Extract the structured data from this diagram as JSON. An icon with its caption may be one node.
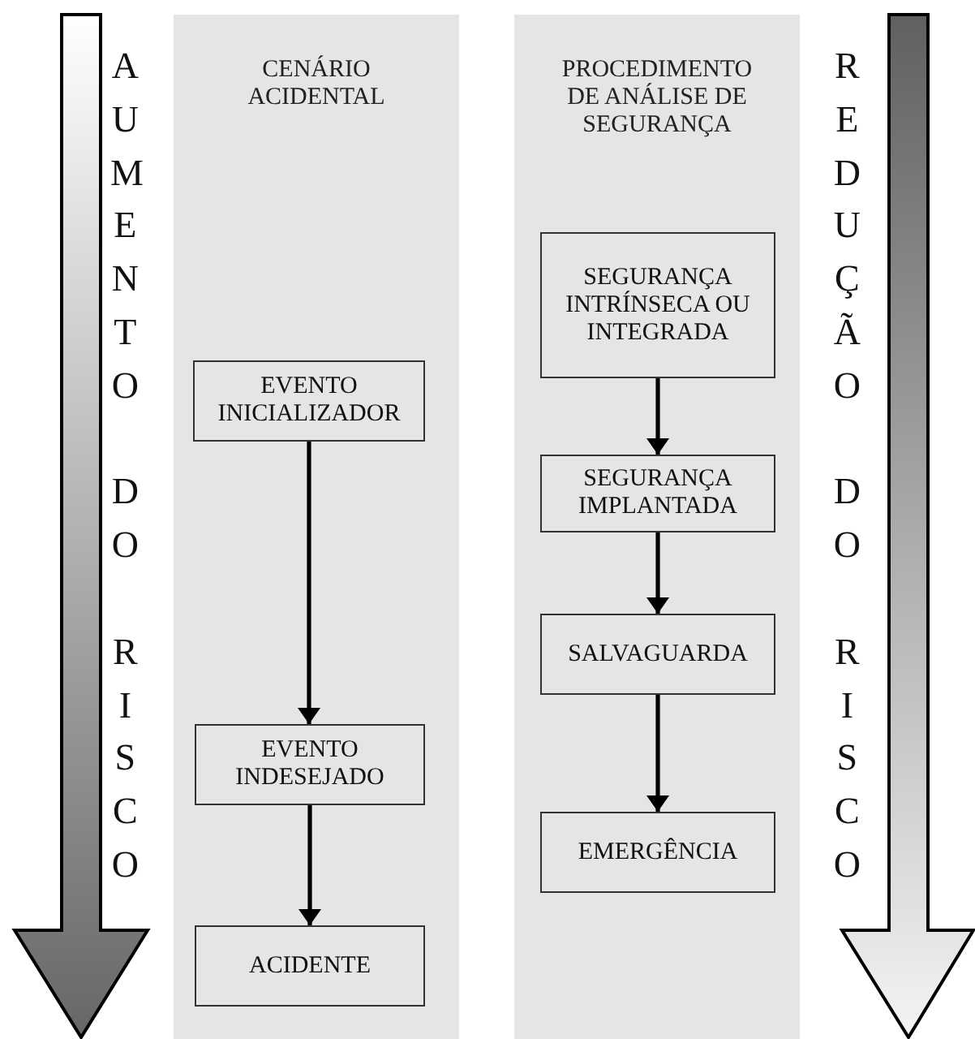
{
  "diagram": {
    "nodes": [
      {
        "text": [
          "CENÁRIO ACIDENTAL"
        ]
      },
      {
        "text": [
          "EVENTO INICIALIZADOR"
        ],
        "in": 0
      },
      {
        "text": [
          "EVENTO INDESEJADO"
        ],
        "in": 0
      },
      {
        "text": [
          "ACIDENTE"
        ],
        "in": 0
      },
      {
        "text": [
          "PROCEDIMENTO DE ANÁLISE DE SEGURANÇA"
        ]
      },
      {
        "text": [
          "SEGURANÇA INTRÍNSECA OU INTEGRADA"
        ],
        "in": 4
      },
      {
        "text": [
          "SEGURANÇA IMPLANTADA"
        ],
        "in": 4
      },
      {
        "text": [
          "SALVAGUARDA"
        ],
        "in": 4
      },
      {
        "text": [
          "EMERGÊNCIA"
        ],
        "in": 4
      }
    ],
    "edges": [
      {
        "from": 1,
        "to": 2,
        "arrow": "to"
      },
      {
        "from": 2,
        "to": 3,
        "arrow": "to"
      },
      {
        "from": 5,
        "to": 6,
        "arrow": "to"
      },
      {
        "from": 6,
        "to": 7,
        "arrow": "to"
      },
      {
        "from": 7,
        "to": 8,
        "arrow": "to"
      }
    ],
    "labels": [
      "AUMENTO",
      "DO",
      "RISCO",
      "REDUÇÃO",
      "DO",
      "RISCO"
    ]
  }
}
